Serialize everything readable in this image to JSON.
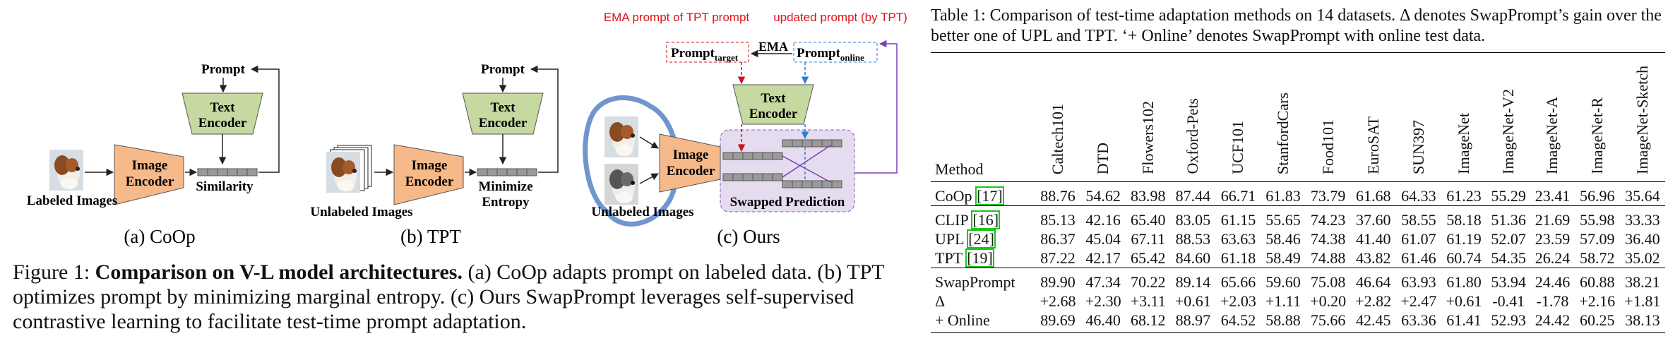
{
  "figure": {
    "coop": {
      "prompt": "Prompt",
      "text_encoder": [
        "Text",
        "Encoder"
      ],
      "image_encoder": [
        "Image",
        "Encoder"
      ],
      "similarity": "Similarity",
      "images_label": "Labeled Images",
      "panel_caption": "(a) CoOp"
    },
    "tpt": {
      "prompt": "Prompt",
      "text_encoder": [
        "Text",
        "Encoder"
      ],
      "image_encoder": [
        "Image",
        "Encoder"
      ],
      "minimize": [
        "Minimize",
        "Entropy"
      ],
      "images_label": "Unlabeled Images",
      "panel_caption": "(b) TPT"
    },
    "ours": {
      "ema_annotation": "EMA prompt of TPT prompt",
      "updated_annotation": "updated prompt (by TPT)",
      "prompt_target": "Prompt",
      "prompt_target_sub": "target",
      "ema": "EMA",
      "prompt_online": "Prompt",
      "prompt_online_sub": "online",
      "text_encoder": [
        "Text",
        "Encoder"
      ],
      "image_encoder": [
        "Image",
        "Encoder"
      ],
      "swapped": "Swapped Prediction",
      "images_label": "Unlabeled Images",
      "panel_caption": "(c) Ours"
    },
    "colors": {
      "encoder_text": "#c5d9a0",
      "encoder_image": "#f5b98a",
      "swapped_bg": "#e6dcef",
      "annotation_red": "#e0101a",
      "blue_circle": "#6f96cf"
    }
  },
  "caption": {
    "label": "Figure 1:",
    "bold": "Comparison on V-L model architectures.",
    "text": " (a) CoOp adapts prompt on labeled data. (b) TPT optimizes prompt by minimizing marginal entropy. (c) Ours SwapPrompt leverages self-supervised contrastive learning to facilitate test-time prompt adaptation."
  },
  "table": {
    "caption": "Table 1: Comparison of test-time adaptation methods on 14 datasets. Δ denotes SwapPrompt’s gain over the better one of UPL and TPT. ‘+ Online’ denotes SwapPrompt with online test data.",
    "method_header": "Method",
    "columns": [
      "Caltech101",
      "DTD",
      "Flowers102",
      "Oxford-Pets",
      "UCF101",
      "StanfordCars",
      "Food101",
      "EuroSAT",
      "SUN397",
      "ImageNet",
      "ImageNet-V2",
      "ImageNet-A",
      "ImageNet-R",
      "ImageNet-Sketch"
    ],
    "groups": [
      [
        {
          "method": "CoOp",
          "cite": "17",
          "values": [
            "88.76",
            "54.62",
            "83.98",
            "87.44",
            "66.71",
            "61.83",
            "73.79",
            "61.68",
            "64.33",
            "61.23",
            "55.29",
            "23.41",
            "56.96",
            "35.64"
          ],
          "bold": []
        }
      ],
      [
        {
          "method": "CLIP",
          "cite": "16",
          "values": [
            "85.13",
            "42.16",
            "65.40",
            "83.05",
            "61.15",
            "55.65",
            "74.23",
            "37.60",
            "58.55",
            "58.18",
            "51.36",
            "21.69",
            "55.98",
            "33.33"
          ],
          "bold": []
        },
        {
          "method": "UPL",
          "cite": "24",
          "values": [
            "86.37",
            "45.04",
            "67.11",
            "88.53",
            "63.63",
            "58.46",
            "74.38",
            "41.40",
            "61.07",
            "61.19",
            "52.07",
            "23.59",
            "57.09",
            "36.40"
          ],
          "bold": []
        },
        {
          "method": "TPT",
          "cite": "19",
          "values": [
            "87.22",
            "42.17",
            "65.42",
            "84.60",
            "61.18",
            "58.49",
            "74.88",
            "43.82",
            "61.46",
            "60.74",
            "54.35",
            "26.24",
            "58.72",
            "35.02"
          ],
          "bold": [
            10,
            11
          ]
        }
      ],
      [
        {
          "method": "SwapPrompt",
          "cite": "",
          "values": [
            "89.90",
            "47.34",
            "70.22",
            "89.14",
            "65.66",
            "59.60",
            "75.08",
            "46.64",
            "63.93",
            "61.80",
            "53.94",
            "24.46",
            "60.88",
            "38.21"
          ],
          "bold": [
            0,
            1,
            2,
            3,
            4,
            5,
            6,
            7,
            8,
            9,
            12,
            13
          ]
        },
        {
          "method": "Δ",
          "cite": "",
          "values": [
            "+2.68",
            "+2.30",
            "+3.11",
            "+0.61",
            "+2.03",
            "+1.11",
            "+0.20",
            "+2.82",
            "+2.47",
            "+0.61",
            "-0.41",
            "-1.78",
            "+2.16",
            "+1.81"
          ],
          "bold": []
        },
        {
          "method": "+ Online",
          "cite": "",
          "values": [
            "89.69",
            "46.40",
            "68.12",
            "88.97",
            "64.52",
            "58.88",
            "75.66",
            "42.45",
            "63.36",
            "61.41",
            "52.93",
            "24.42",
            "60.25",
            "38.13"
          ],
          "bold": []
        }
      ]
    ]
  }
}
